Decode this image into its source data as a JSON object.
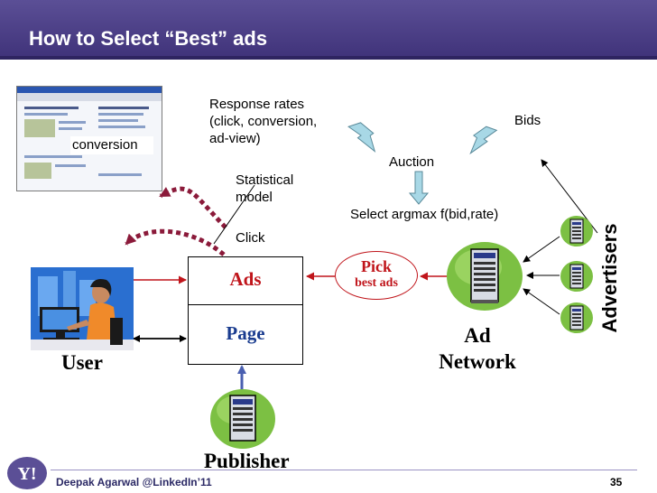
{
  "slide": {
    "title": "How to Select “Best” ads",
    "footer": "Deepak Agarwal @LinkedIn’11",
    "page_number": "35",
    "logo_text": "Y!"
  },
  "diagram": {
    "screenshot_label": "conversion",
    "response_rates": [
      "Response rates",
      "(click, conversion,",
      "ad-view)"
    ],
    "statistical_model": [
      "Statistical",
      "model"
    ],
    "click_label": "Click",
    "auction_label": "Auction",
    "bids_label": "Bids",
    "select_label": "Select argmax f(bid,rate)",
    "ads_label": "Ads",
    "page_label": "Page",
    "pick_label": "Pick",
    "best_ads_label": "best ads",
    "user_label": "User",
    "ad_network_label": [
      "Ad",
      "Network"
    ],
    "advertisers_label": "Advertisers",
    "publisher_label": "Publisher"
  },
  "colors": {
    "header": "#4a3f8a",
    "red": "#c0151b",
    "blue": "#1a3c8f",
    "server_green": "#7cc043",
    "arrow_teal": "#a8d8e6"
  }
}
